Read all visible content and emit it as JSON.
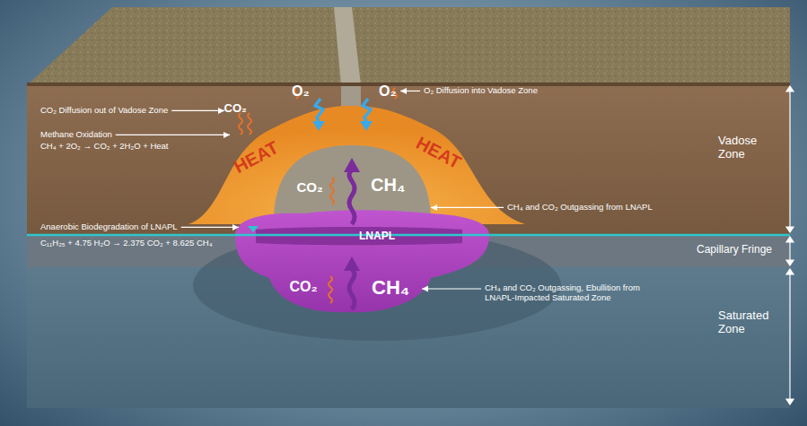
{
  "diagram": {
    "labels": [
      "O₂",
      "O₂",
      "O₂ Diffusion into Vadose Zone",
      "CO₂ Diffusion out of Vadose Zone",
      "CO₂",
      "Methane Oxidation",
      "CH₄ + 2O₂ → CO₂ + 2H₂O + Heat",
      "HEAT",
      "HEAT",
      "CO₂",
      "CH₄",
      "LNAPL",
      "CH₄ and CO₂ Outgassing from LNAPL",
      "Anaerobic Biodegradation of LNAPL",
      "C₁₁H₂₅ + 4.75 H₂O → 2.375 CO₂ + 8.625 CH₄",
      "CO₂",
      "CH₄",
      "CH₄ and CO₂ Outgassing, Ebullition from LNAPL-Impacted Saturated Zone",
      "Vadose Zone",
      "Capillary Fringe",
      "Saturated Zone"
    ]
  }
}
